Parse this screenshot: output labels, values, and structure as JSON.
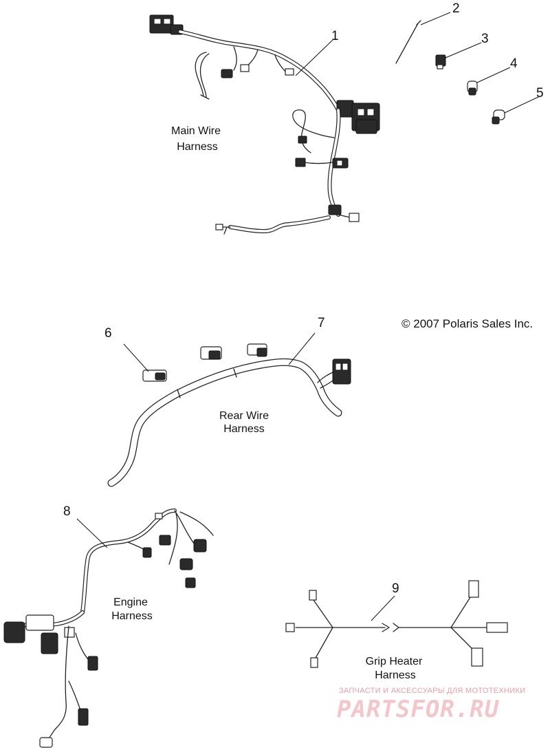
{
  "callouts": [
    "1",
    "2",
    "3",
    "4",
    "5",
    "6",
    "7",
    "8",
    "9"
  ],
  "harness_labels": {
    "main": [
      "Main Wire",
      "Harness"
    ],
    "rear": [
      "Rear Wire",
      "Harness"
    ],
    "engine": [
      "Engine",
      "Harness"
    ],
    "grip": [
      "Grip Heater",
      "Harness"
    ]
  },
  "copyright": "© 2007 Polaris Sales Inc.",
  "watermark": {
    "tagline": "ЗАПЧАСТИ И АКСЕССУАРЫ ДЛЯ МОТОТЕХНИКИ",
    "logo": "PARTSFOR.RU"
  },
  "colors": {
    "line": "#222222",
    "watermark": "#e2a0a6"
  }
}
